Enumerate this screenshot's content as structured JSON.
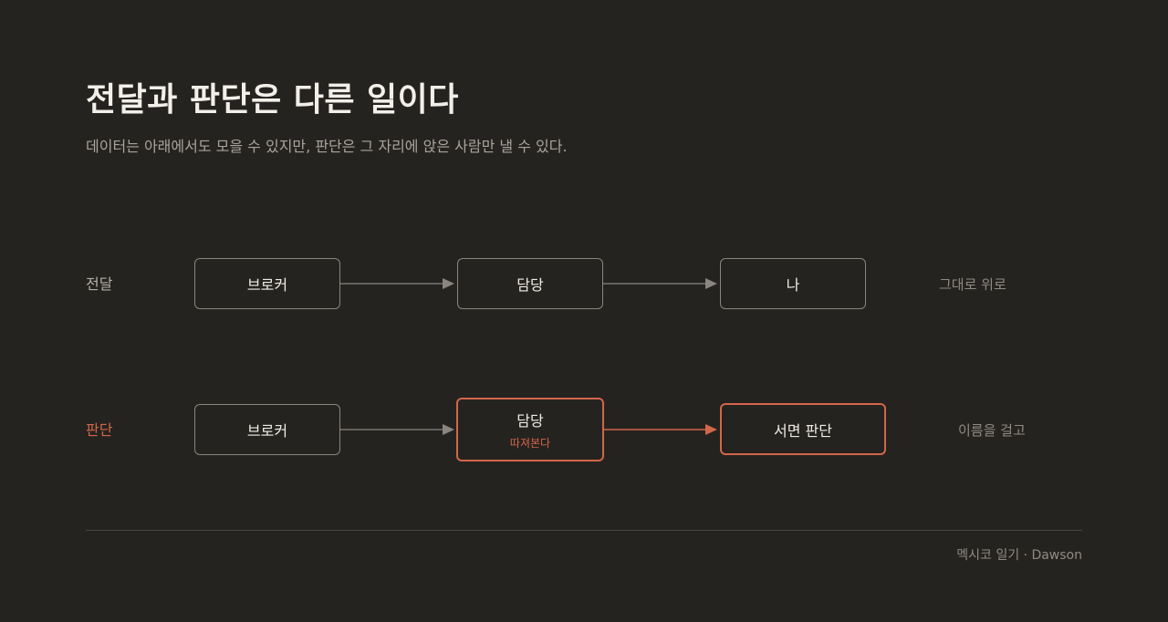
{
  "header": {
    "title": "전달과 판단은 다른 일이다",
    "subtitle": "데이터는 아래에서도 모을 수 있지만, 판단은 그 자리에 앉은 사람만 낼 수 있다."
  },
  "rows": {
    "relay": {
      "label": "전달",
      "nodes": [
        "브로커",
        "담당",
        "나"
      ],
      "note": "그대로 위로"
    },
    "judgment": {
      "label": "판단",
      "nodes": [
        "브로커",
        "담당",
        "서면 판단"
      ],
      "node_sub": "따져본다",
      "note": "이름을 걸고"
    }
  },
  "colors": {
    "background": "#252320",
    "accent": "#d2664a",
    "neutral_border": "#8a867f",
    "muted_text": "#8f8a82"
  },
  "footer": {
    "credit": "멕시코 일기 · Dawson"
  }
}
